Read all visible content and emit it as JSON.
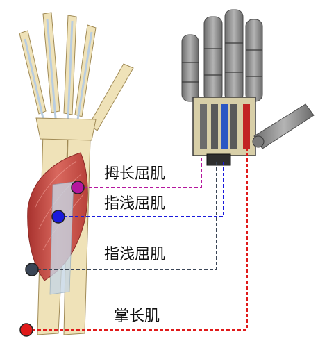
{
  "labels": {
    "fpl": "拇长屈肌",
    "fds1": "指浅屈肌",
    "fds2": "指浅屈肌",
    "pl": "掌长肌"
  },
  "colors": {
    "fpl": "#b5179e",
    "fds1": "#1a1adb",
    "fds2": "#3a4556",
    "pl": "#e01a1a",
    "muscle": "#c8504a",
    "bone": "#efe2b8",
    "tendon": "#b9cde0",
    "robot": "#8e8e8e"
  }
}
